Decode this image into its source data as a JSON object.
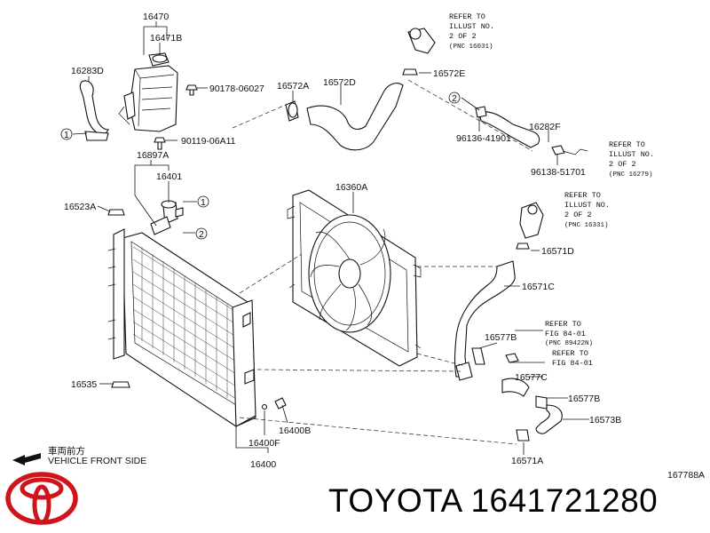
{
  "footer": {
    "brand_part": "TOYOTA 1641721280",
    "illustration_no": "167788A",
    "front_arrow_jp": "車両前方",
    "front_arrow_en": "VEHICLE FRONT SIDE"
  },
  "callouts": [
    {
      "id": "c-16470",
      "text": "16470"
    },
    {
      "id": "c-16471B",
      "text": "16471B"
    },
    {
      "id": "c-16283D",
      "text": "16283D"
    },
    {
      "id": "c-90178",
      "text": "90178-06027"
    },
    {
      "id": "c-90119",
      "text": "90119-06A11"
    },
    {
      "id": "c-16897A",
      "text": "16897A"
    },
    {
      "id": "c-16401",
      "text": "16401"
    },
    {
      "id": "c-16523A",
      "text": "16523A"
    },
    {
      "id": "c-16572A",
      "text": "16572A"
    },
    {
      "id": "c-16572D",
      "text": "16572D"
    },
    {
      "id": "c-16572E",
      "text": "16572E"
    },
    {
      "id": "c-16282F",
      "text": "16282F"
    },
    {
      "id": "c-96136",
      "text": "96136-41901"
    },
    {
      "id": "c-96138",
      "text": "96138-51701"
    },
    {
      "id": "c-16360A",
      "text": "16360A"
    },
    {
      "id": "c-16571D",
      "text": "16571D"
    },
    {
      "id": "c-16571C",
      "text": "16571C"
    },
    {
      "id": "c-16577B-1",
      "text": "16577B"
    },
    {
      "id": "c-16577C",
      "text": "16577C"
    },
    {
      "id": "c-16577B-2",
      "text": "16577B"
    },
    {
      "id": "c-16573B",
      "text": "16573B"
    },
    {
      "id": "c-16571A",
      "text": "16571A"
    },
    {
      "id": "c-16535",
      "text": "16535"
    },
    {
      "id": "c-16400B",
      "text": "16400B"
    },
    {
      "id": "c-16400F",
      "text": "16400F"
    },
    {
      "id": "c-16400",
      "text": "16400"
    }
  ],
  "circle_markers": [
    "1",
    "2",
    "1",
    "2"
  ],
  "references": {
    "ref1": [
      "REFER TO",
      "ILLUST NO.",
      "2 OF 2",
      "(PNC 16031)"
    ],
    "ref2": [
      "REFER TO",
      "ILLUST NO.",
      "2 OF 2",
      "(PNC 16279)"
    ],
    "ref3": [
      "REFER TO",
      "ILLUST NO.",
      "2 OF 2",
      "(PNC 16331)"
    ],
    "ref4": [
      "REFER TO",
      "FIG 84-01",
      "(PNC 89422N)"
    ],
    "ref5": [
      "REFER TO",
      "FIG 84-01"
    ]
  }
}
